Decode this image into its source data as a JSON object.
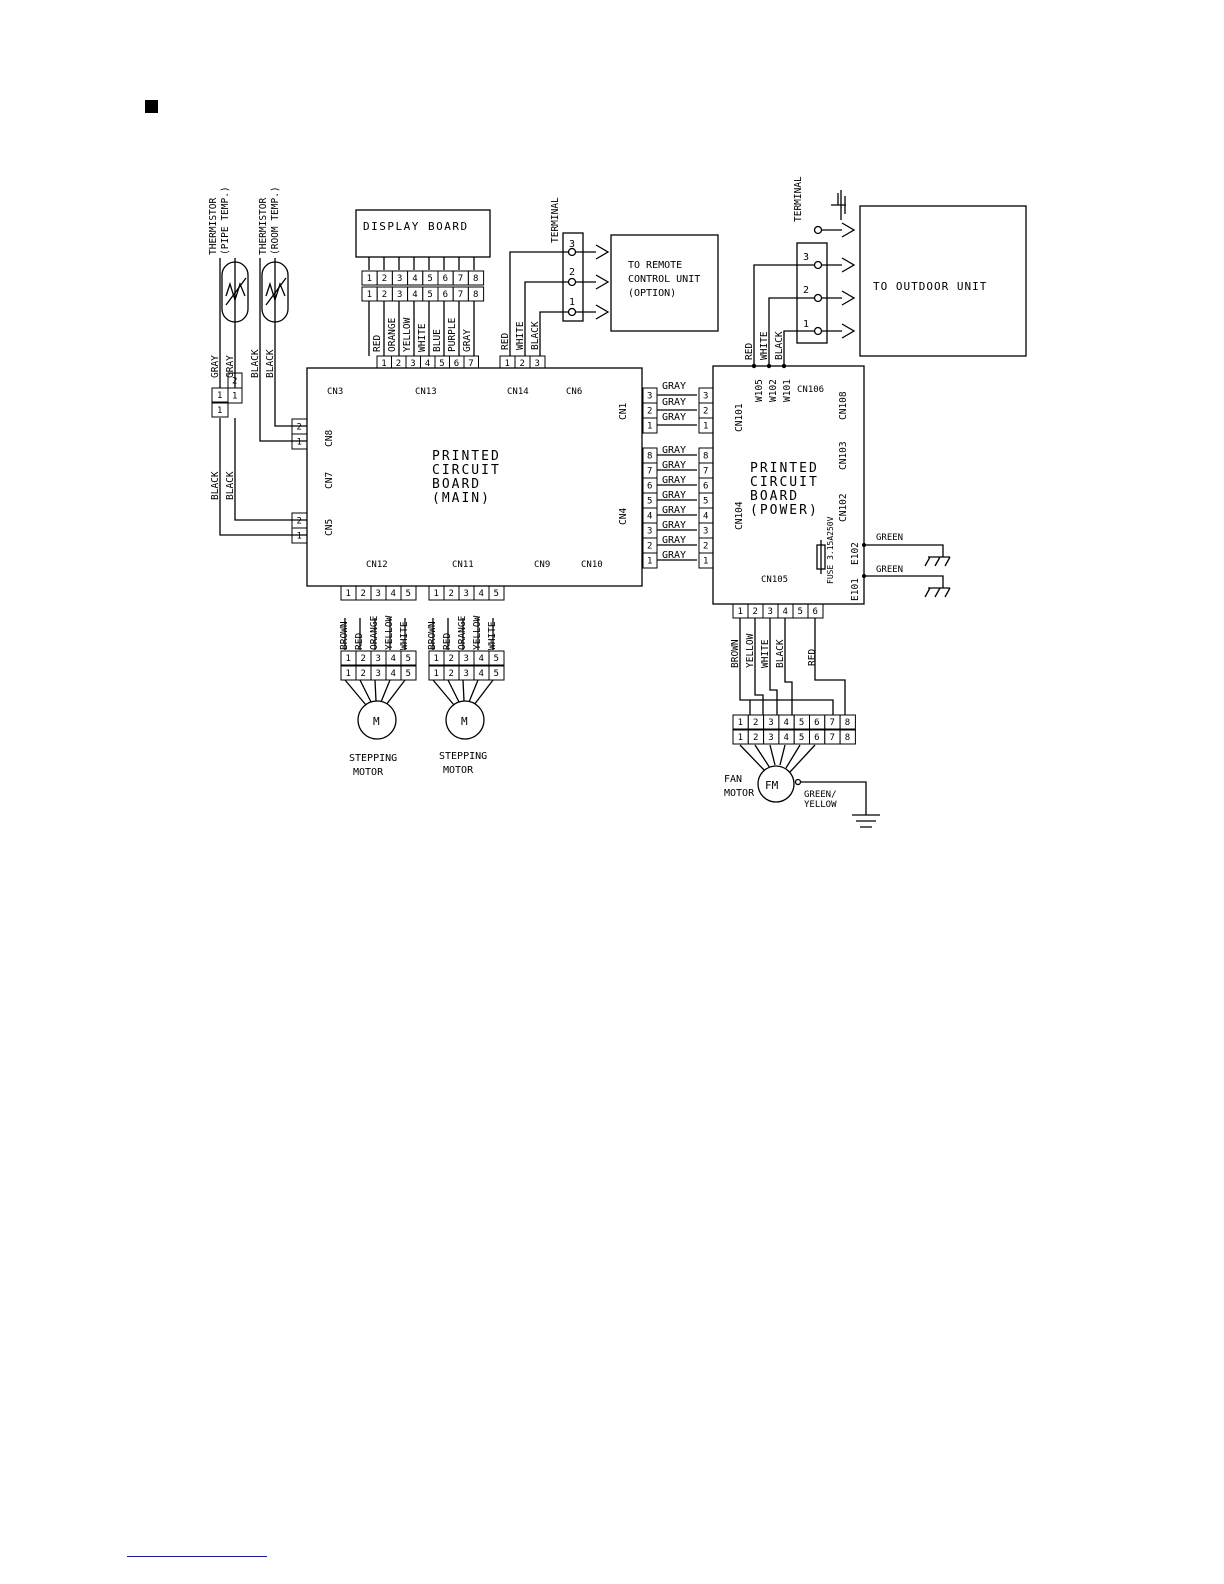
{
  "page": {
    "bullet_icon": "black-square-bullet",
    "footer_rule_color": "#1a1aa0"
  },
  "display_board": {
    "title": "DISPLAY BOARD",
    "pins": [
      "1",
      "2",
      "3",
      "4",
      "5",
      "6",
      "7",
      "8"
    ]
  },
  "boards": {
    "main": [
      "PRINTED",
      "CIRCUIT",
      "BOARD",
      "(MAIN)"
    ],
    "power": [
      "PRINTED",
      "CIRCUIT",
      "BOARD",
      "(POWER)"
    ]
  },
  "thermistors": {
    "pipe": [
      "THERMISTOR",
      "(PIPE TEMP.)"
    ],
    "room": [
      "THERMISTOR",
      "(ROOM TEMP.)"
    ]
  },
  "wires": {
    "thermistor_top": [
      "GRAY",
      "GRAY",
      "BLACK",
      "BLACK"
    ],
    "thermistor_bottom": [
      "BLACK",
      "BLACK"
    ],
    "display": [
      "RED",
      "ORANGE",
      "YELLOW",
      "WHITE",
      "BLUE",
      "PURPLE",
      "GRAY"
    ],
    "remote": [
      "RED",
      "WHITE",
      "BLACK"
    ],
    "outdoor": [
      "RED",
      "WHITE",
      "BLACK"
    ],
    "cn1": [
      "GRAY",
      "GRAY",
      "GRAY"
    ],
    "cn4": [
      "GRAY",
      "GRAY",
      "GRAY",
      "GRAY",
      "GRAY",
      "GRAY",
      "GRAY",
      "GRAY"
    ],
    "stepping": [
      "BROWN",
      "RED",
      "ORANGE",
      "YELLOW",
      "WHITE"
    ],
    "fan": [
      "BROWN",
      "YELLOW",
      "WHITE",
      "BLACK",
      "RED"
    ],
    "earth": [
      "GREEN",
      "GREEN"
    ],
    "fm_ground": [
      "GREEN/",
      "YELLOW"
    ]
  },
  "connectors": {
    "cn3": "CN3",
    "cn13": "CN13",
    "cn14": "CN14",
    "cn6": "CN6",
    "cn1": "CN1",
    "cn4": "CN4",
    "cn8": "CN8",
    "cn7": "CN7",
    "cn5": "CN5",
    "cn12": "CN12",
    "cn11": "CN11",
    "cn9": "CN9",
    "cn10": "CN10",
    "cn101": "CN101",
    "cn104": "CN104",
    "cn106": "CN106",
    "cn108": "CN108",
    "cn103": "CN103",
    "cn102": "CN102",
    "cn105": "CN105",
    "w105": "W105",
    "w102": "W102",
    "w101": "W101",
    "e102": "E102",
    "e101": "E101"
  },
  "terminals": {
    "remote": {
      "label": "TERMINAL",
      "pins": [
        "3",
        "2",
        "1"
      ]
    },
    "outdoor": {
      "label": "TERMINAL",
      "pins": [
        "3",
        "2",
        "1"
      ]
    }
  },
  "targets": {
    "remote": [
      "TO REMOTE",
      "CONTROL UNIT",
      "(OPTION)"
    ],
    "outdoor": "TO OUTDOOR UNIT"
  },
  "fuse": "FUSE 3.15A250V",
  "motors": {
    "stepping_symbol": "M",
    "stepping_1": [
      "STEPPING",
      "MOTOR"
    ],
    "stepping_2": [
      "STEPPING",
      "MOTOR"
    ],
    "fan_symbol": "FM",
    "fan": [
      "FAN",
      "MOTOR"
    ]
  }
}
